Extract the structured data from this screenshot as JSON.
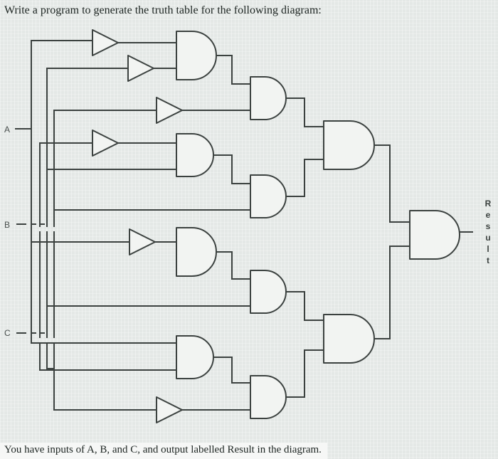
{
  "question": "Write a program to generate the truth table for the following diagram:",
  "footer": "You have inputs of A, B, and C, and output labelled Result in the diagram.",
  "inputs": {
    "a": "A",
    "b": "B",
    "c": "C"
  },
  "output": {
    "letters": [
      "R",
      "e",
      "s",
      "u",
      "l",
      "t"
    ]
  }
}
